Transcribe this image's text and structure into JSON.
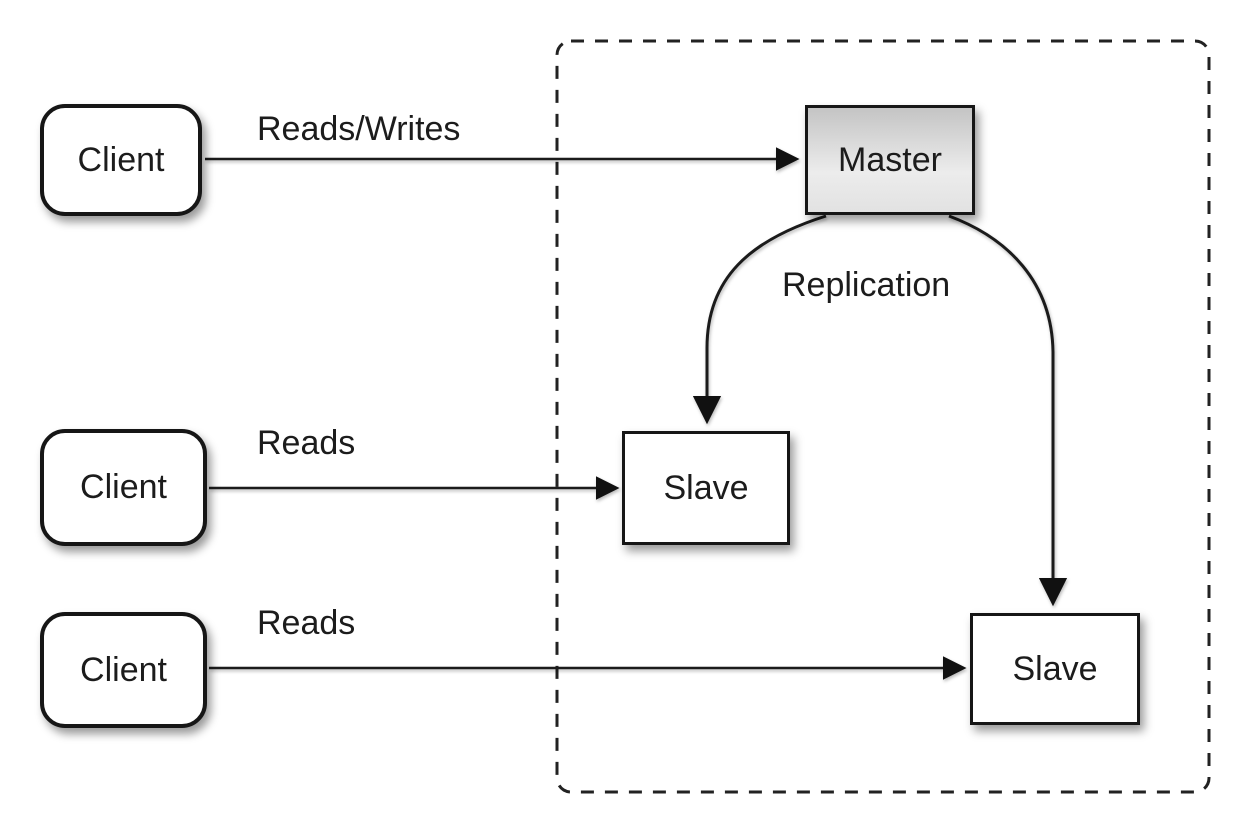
{
  "diagram": {
    "clients": [
      {
        "label": "Client"
      },
      {
        "label": "Client"
      },
      {
        "label": "Client"
      }
    ],
    "master": {
      "label": "Master"
    },
    "slaves": [
      {
        "label": "Slave"
      },
      {
        "label": "Slave"
      }
    ],
    "edge_labels": {
      "reads_writes": "Reads/Writes",
      "reads_top": "Reads",
      "reads_bottom": "Reads",
      "replication": "Replication"
    },
    "colors": {
      "stroke": "#1b1b1b",
      "box_fill": "#ffffff",
      "master_gradient_top": "#c4c4c4",
      "master_gradient_bottom": "#ececec",
      "background": "#ffffff"
    }
  }
}
